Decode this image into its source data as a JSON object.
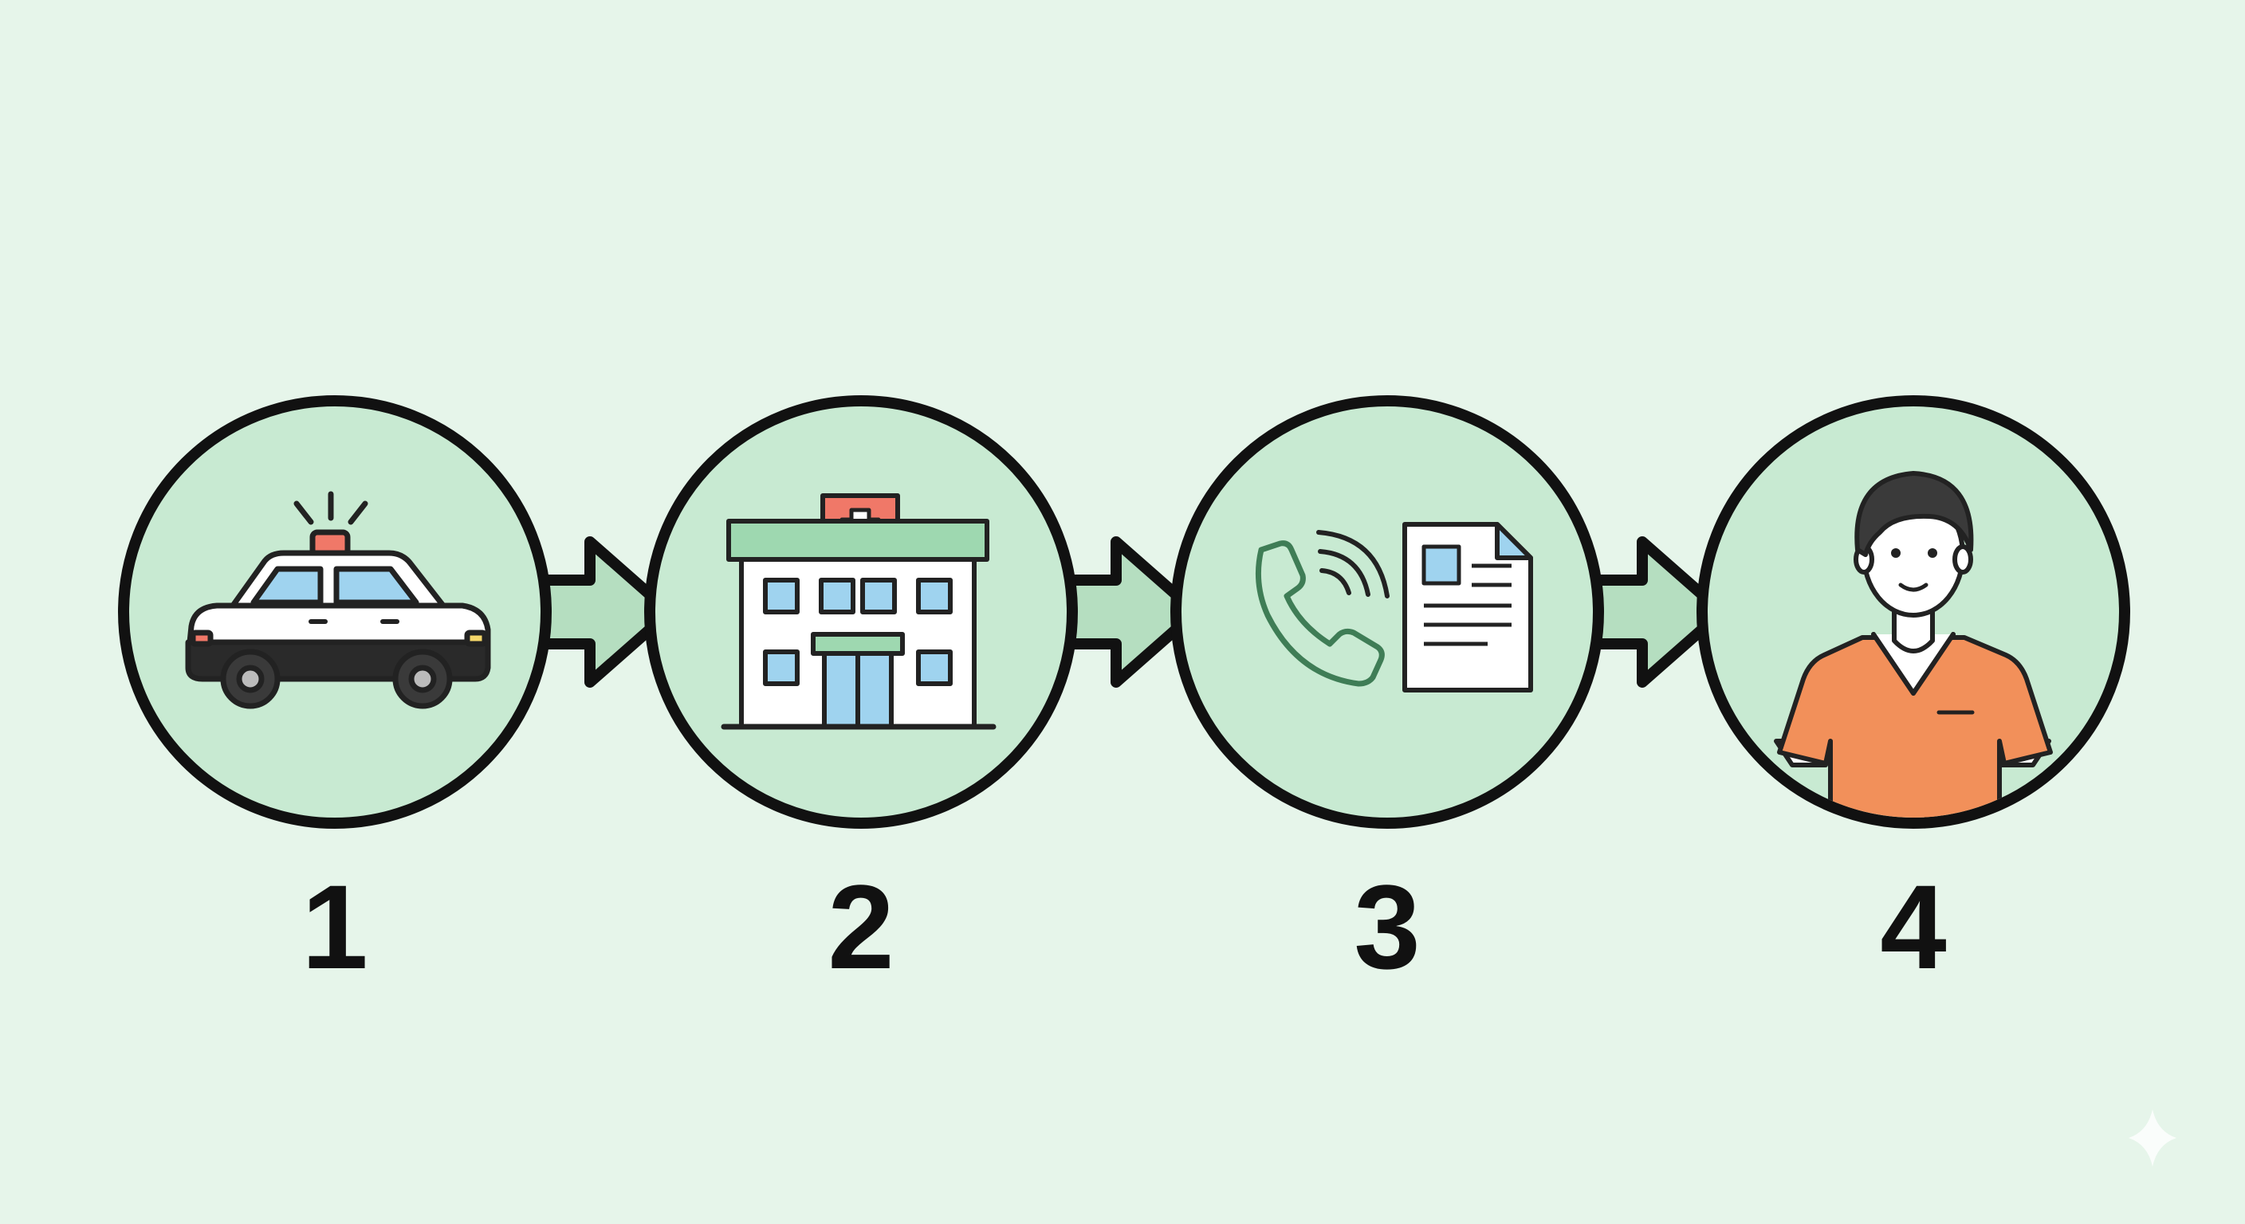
{
  "colors": {
    "background": "#e6f5ea",
    "circle_fill": "#c8ead2",
    "outline": "#111111",
    "arrow_fill": "#b5dec0",
    "accent_red": "#f07868",
    "accent_orange": "#f2905a",
    "accent_blue": "#9fd3ef",
    "accent_green": "#7fc79a"
  },
  "steps": [
    {
      "number": "1",
      "icon": "police-car-icon"
    },
    {
      "number": "2",
      "icon": "hospital-building-icon"
    },
    {
      "number": "3",
      "icon": "phone-and-document-icon"
    },
    {
      "number": "4",
      "icon": "medical-staff-person-icon"
    }
  ],
  "connectors": [
    {
      "from": "1",
      "to": "2",
      "icon": "arrow-right-icon"
    },
    {
      "from": "2",
      "to": "3",
      "icon": "arrow-right-icon"
    },
    {
      "from": "3",
      "to": "4",
      "icon": "arrow-right-icon"
    }
  ],
  "corner_mark": {
    "icon": "sparkle-icon"
  }
}
